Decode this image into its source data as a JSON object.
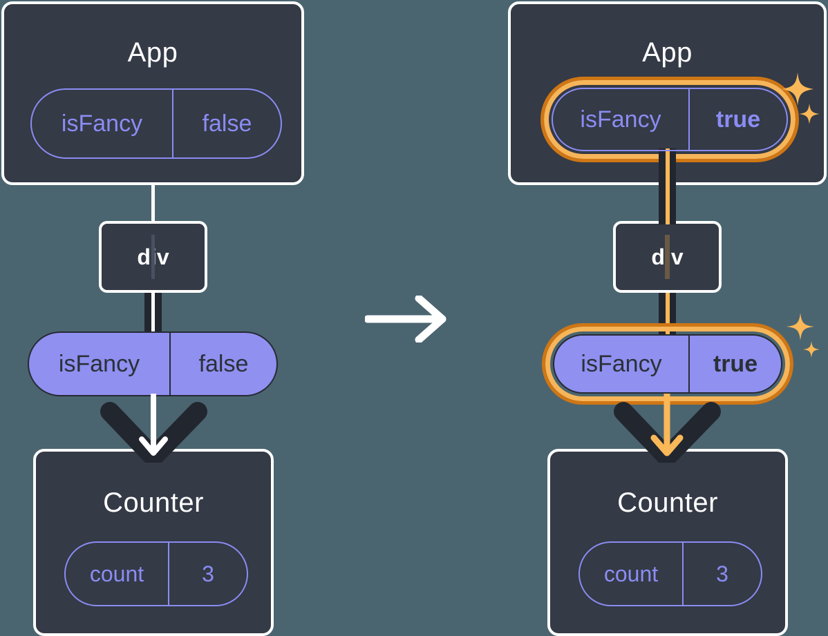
{
  "meta": {
    "title": "React state update propagation diagram",
    "background_color": "#4a6570"
  },
  "colors": {
    "card_bg": "#343a46",
    "card_border": "#ffffff",
    "pill_outline": "#8b8cf3",
    "pill_fill": "#8f90f0",
    "pill_fill_text": "#2b3038",
    "highlight_outer": "#cf7615",
    "highlight_inner": "#f7b55a",
    "connector_dark": "#22262f",
    "connector_white": "#ffffff",
    "connector_orange": "#fbb858",
    "sparkle": "#fbb858"
  },
  "panels": [
    {
      "id": "before",
      "app": {
        "title": "App",
        "prop": {
          "key": "isFancy",
          "value": "false",
          "highlighted": false,
          "bold_value": false,
          "style": "outline"
        }
      },
      "div": {
        "label": "div"
      },
      "prop_pill": {
        "key": "isFancy",
        "value": "false",
        "highlighted": false,
        "bold_value": false,
        "style": "filled"
      },
      "counter": {
        "title": "Counter",
        "state": {
          "key": "count",
          "value": "3",
          "highlighted": false,
          "bold_value": false,
          "style": "outline"
        }
      },
      "arrow_color": "#ffffff",
      "connector_core_color": "#ffffff",
      "sparkles_visible": false
    },
    {
      "id": "after",
      "app": {
        "title": "App",
        "prop": {
          "key": "isFancy",
          "value": "true",
          "highlighted": true,
          "bold_value": true,
          "style": "outline"
        }
      },
      "div": {
        "label": "div"
      },
      "prop_pill": {
        "key": "isFancy",
        "value": "true",
        "highlighted": true,
        "bold_value": true,
        "style": "filled"
      },
      "counter": {
        "title": "Counter",
        "state": {
          "key": "count",
          "value": "3",
          "highlighted": false,
          "bold_value": false,
          "style": "outline"
        }
      },
      "arrow_color": "#fbb858",
      "connector_core_color": "#fbb858",
      "sparkles_visible": true
    }
  ],
  "transition": {
    "icon": "arrow-right-icon",
    "color": "#ffffff",
    "direction": "right"
  }
}
